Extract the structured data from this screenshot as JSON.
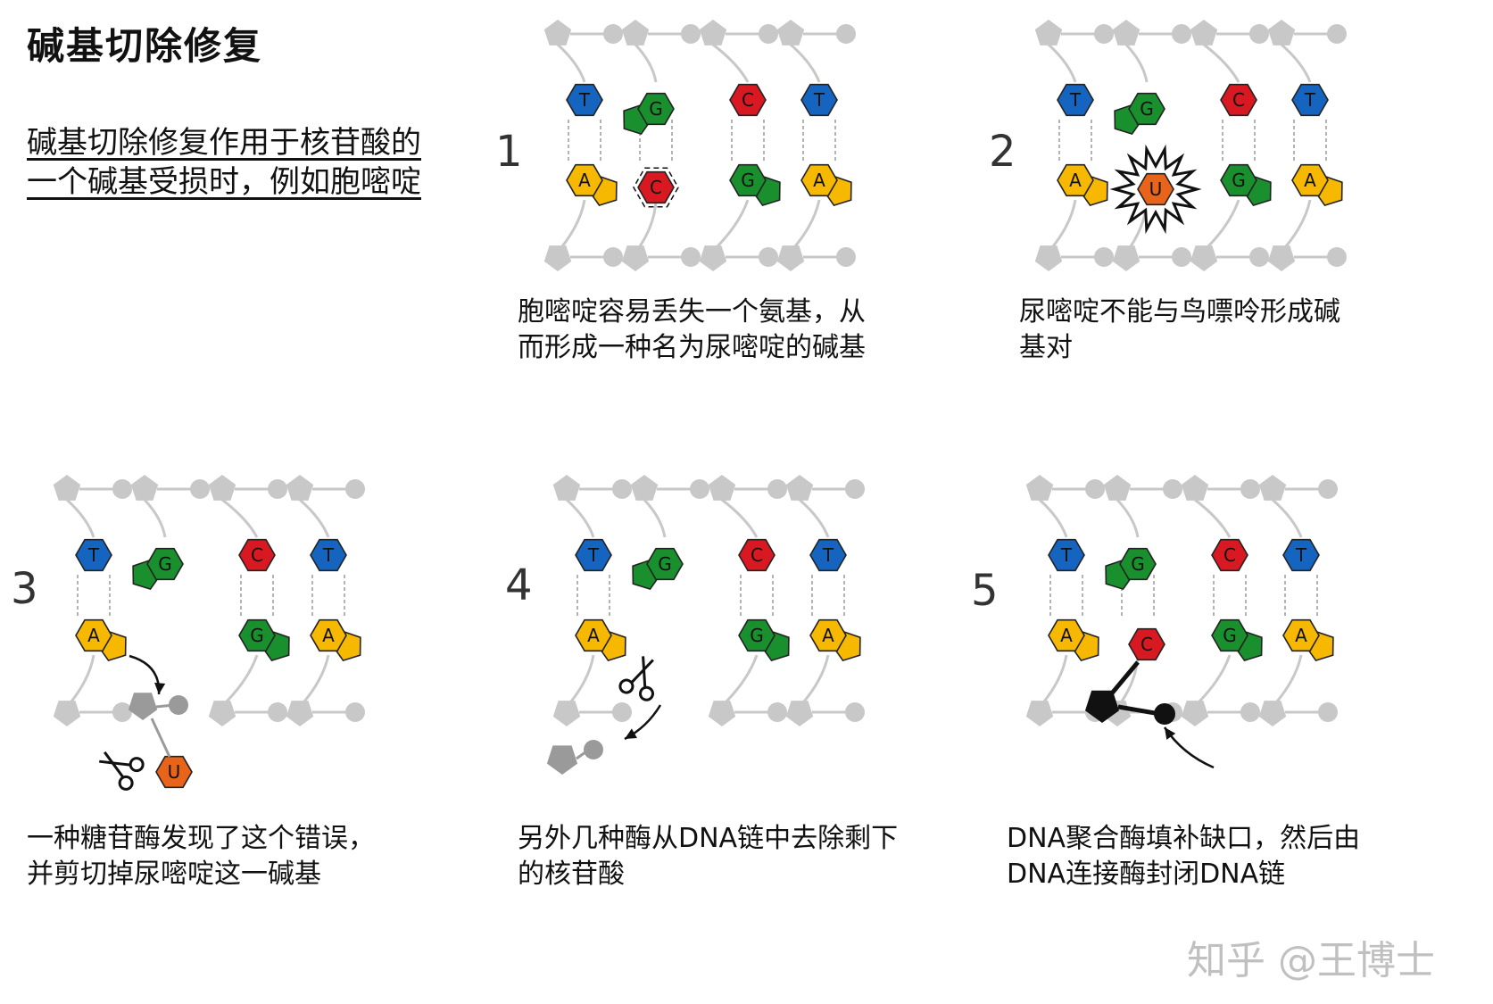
{
  "title": "碱基切除修复",
  "intro": [
    "碱基切除修复作用于核苷酸的",
    "一个碱基受损时，例如胞嘧啶"
  ],
  "colors": {
    "T": "#1565c0",
    "G": "#1a8f2e",
    "C": "#d81921",
    "A": "#f6b800",
    "U": "#e8641a",
    "backbone": "#c8c8c8",
    "repair": "#111111"
  },
  "steps": [
    {
      "number": "1",
      "caption": [
        "胞嘧啶容易丢失一个氨基，从",
        "而形成一种名为尿嘧啶的碱基"
      ]
    },
    {
      "number": "2",
      "caption": [
        "尿嘧啶不能与鸟嘌呤形成碱",
        "基对"
      ]
    },
    {
      "number": "3",
      "caption": [
        "一种糖苷酶发现了这个错误，",
        "并剪切掉尿嘧啶这一碱基"
      ]
    },
    {
      "number": "4",
      "caption": [
        "另外几种酶从DNA链中去除剩下",
        "的核苷酸"
      ]
    },
    {
      "number": "5",
      "caption": [
        "DNA聚合酶填补缺口，然后由",
        "DNA连接酶封闭DNA链"
      ]
    }
  ],
  "bases": {
    "top": [
      "T",
      "G",
      "C",
      "T"
    ],
    "bottom": [
      "A",
      "C",
      "G",
      "A"
    ],
    "uracil": "U"
  },
  "icons": {
    "scissors": "scissors-icon",
    "arrow": "curved-arrow-icon",
    "damage": "damage-burst-icon"
  },
  "watermark": "知乎 @王博士"
}
